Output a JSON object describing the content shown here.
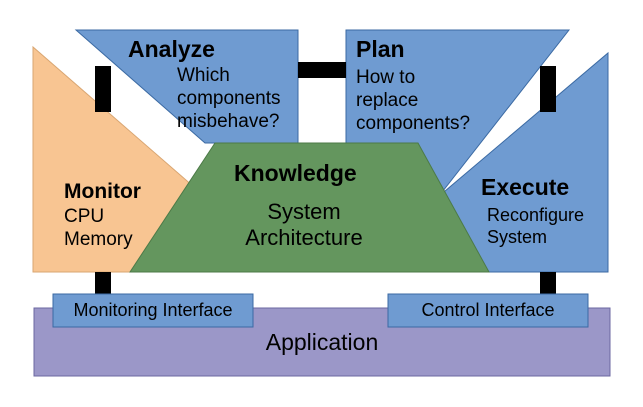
{
  "colors": {
    "blue": "#6f9bd1",
    "orange": "#f8c592",
    "green": "#64965e",
    "purple": "#9b97c8",
    "connector": "#000000",
    "stroke": "#3b6aa3"
  },
  "analyze": {
    "title": "Analyze",
    "text": "Which\ncomponents\nmisbehave?"
  },
  "plan": {
    "title": "Plan",
    "text": "How to\nreplace\ncomponents?"
  },
  "monitor": {
    "title": "Monitor",
    "text": "CPU\nMemory"
  },
  "execute": {
    "title": "Execute",
    "text": "Reconfigure\nSystem"
  },
  "knowledge": {
    "title": "Knowledge",
    "text": "System\nArchitecture"
  },
  "monitoring_interface": {
    "label": "Monitoring Interface"
  },
  "control_interface": {
    "label": "Control Interface"
  },
  "application": {
    "label": "Application"
  }
}
